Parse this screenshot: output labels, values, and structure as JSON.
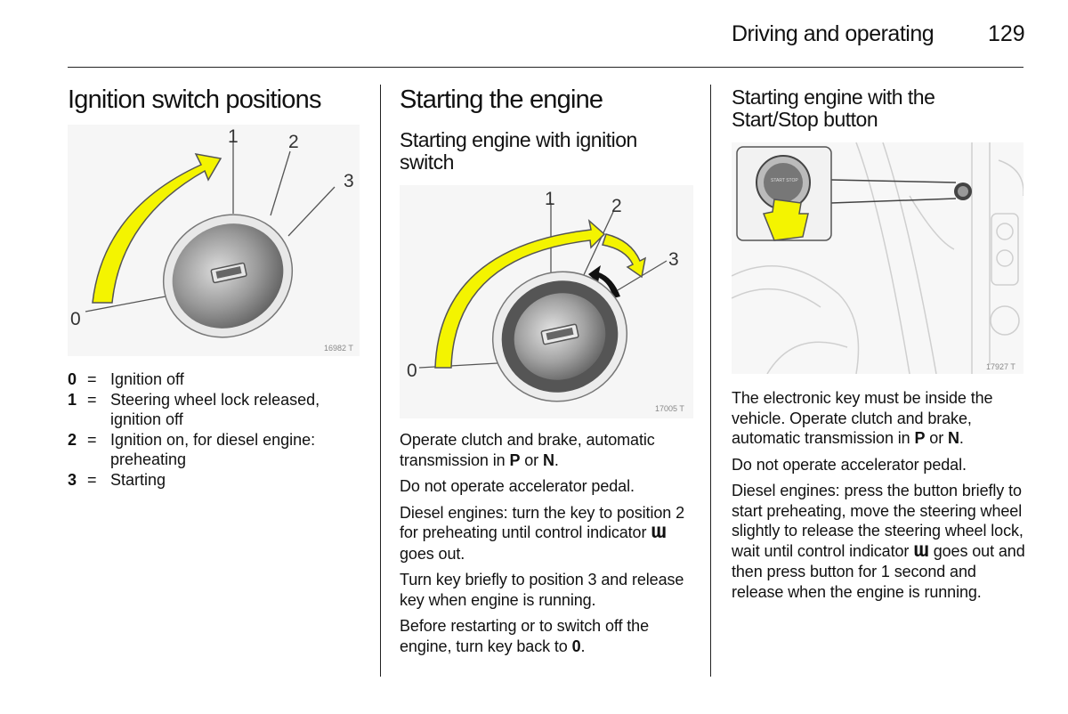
{
  "header": {
    "section_title": "Driving and operating",
    "page_number": "129"
  },
  "col1": {
    "heading": "Ignition switch positions",
    "figure": {
      "labels": [
        "0",
        "1",
        "2",
        "3"
      ],
      "id": "16982 T"
    },
    "legend": [
      {
        "num": "0",
        "eq": "=",
        "desc": "Ignition off"
      },
      {
        "num": "1",
        "eq": "=",
        "desc": "Steering wheel lock released, ignition off"
      },
      {
        "num": "2",
        "eq": "=",
        "desc": "Ignition on, for diesel engine: preheating"
      },
      {
        "num": "3",
        "eq": "=",
        "desc": "Starting"
      }
    ]
  },
  "col2": {
    "heading": "Starting the engine",
    "subheading": "Starting engine with ignition switch",
    "figure": {
      "labels": [
        "0",
        "1",
        "2",
        "3"
      ],
      "id": "17005 T"
    },
    "p1": {
      "a": "Operate clutch and brake, automatic transmission in ",
      "b1": "P",
      "c": " or ",
      "b2": "N",
      "d": "."
    },
    "p2": "Do not operate accelerator pedal.",
    "p3": {
      "a": "Diesel engines: turn the key to position 2 for preheating until control indicator ",
      "icon": "Ɯ",
      "b": " goes out."
    },
    "p4": "Turn key briefly to position 3 and release key when engine is running.",
    "p5": {
      "a": "Before restarting or to switch off the engine, turn key back to ",
      "b": "0",
      "c": "."
    }
  },
  "col3": {
    "heading": "Starting engine with the Start/Stop button",
    "figure": {
      "button_text": "START STOP",
      "id": "17927 T"
    },
    "p1": {
      "a": "The electronic key must be inside the vehicle. Operate clutch and brake, automatic transmission in ",
      "b1": "P",
      "c": " or ",
      "b2": "N",
      "d": "."
    },
    "p2": "Do not operate accelerator pedal.",
    "p3": {
      "a": "Diesel engines: press the button briefly to start preheating, move the steering wheel slightly to release the steering wheel lock, wait until control indicator ",
      "icon": "Ɯ",
      "b": " goes out and then press button for 1 second and release when the engine is running."
    }
  },
  "colors": {
    "arrow_yellow": "#f4f400",
    "rule": "#222222"
  }
}
